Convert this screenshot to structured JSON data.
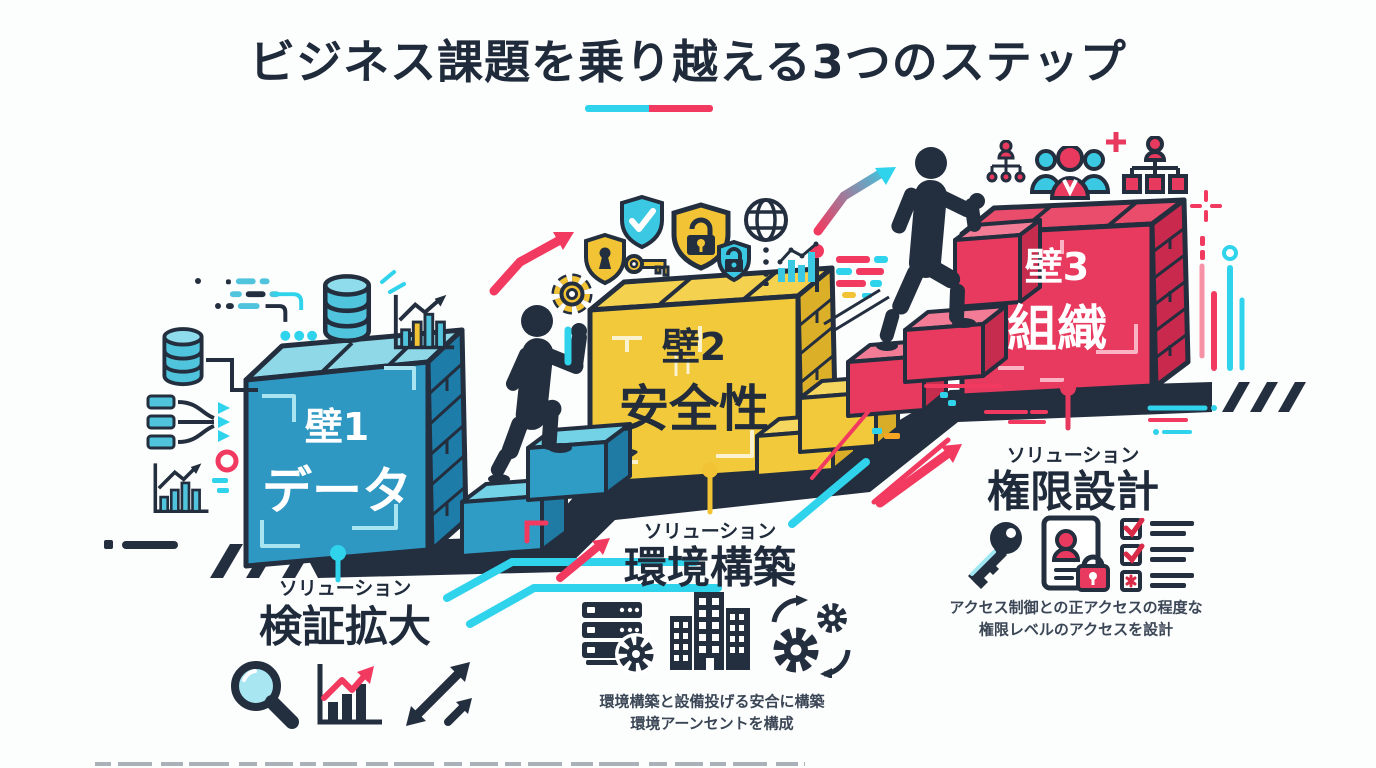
{
  "title": {
    "text": "ビジネス課題を乗り越える3つのステップ"
  },
  "walls": [
    {
      "step_label": "壁1",
      "topic": "データ",
      "color": "#2E97C2"
    },
    {
      "step_label": "壁2",
      "topic": "安全性",
      "color": "#F1C93B"
    },
    {
      "step_label": "壁3",
      "topic": "組織",
      "color": "#E8395E"
    }
  ],
  "solutions": [
    {
      "tag": "ソリューション",
      "name": "検証拡大"
    },
    {
      "tag": "ソリューション",
      "name": "環境構築",
      "notes": [
        "環境構築と設備投げる安合に構築",
        "環境アーンセントを構成"
      ]
    },
    {
      "tag": "ソリューション",
      "name": "権限設計",
      "notes": [
        "アクセス制御との正アクセスの程度な",
        "権限レベルのアクセスを設計"
      ]
    }
  ],
  "accent_colors": {
    "cyan": "#2FD3EC",
    "pink": "#F23A60",
    "navy": "#232E3E",
    "yellow": "#F2C335"
  },
  "icons": {
    "data_cluster": [
      "data-flow",
      "database",
      "growth-chart",
      "database",
      "data-stream",
      "ring",
      "growth-chart"
    ],
    "security_cluster": [
      "gear",
      "shield-keyhole",
      "shield-check",
      "key",
      "shield-lock",
      "shield-lock-small",
      "globe",
      "mini-chart"
    ],
    "organization_cluster": [
      "org-person",
      "team",
      "plus",
      "org-chart"
    ],
    "solution_1": [
      "magnifier",
      "growth-chart-arrow",
      "expand-arrows"
    ],
    "solution_2": [
      "server-gear",
      "buildings",
      "gears"
    ],
    "solution_3": [
      "key",
      "id-card-lock",
      "checklist"
    ]
  }
}
